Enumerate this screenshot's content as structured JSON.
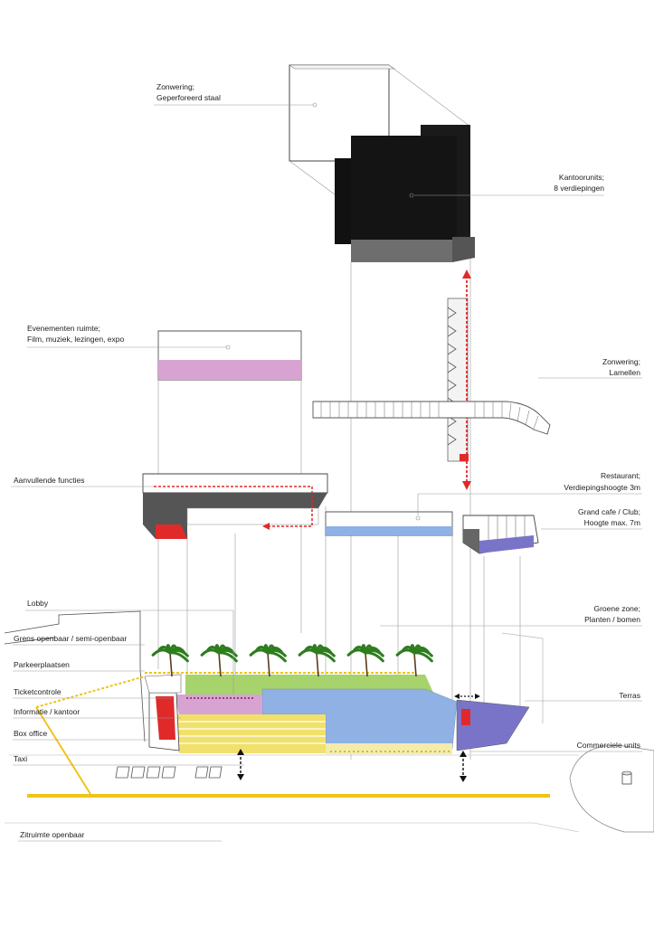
{
  "labels": {
    "zonwering_top_1": "Zonwering;",
    "zonwering_top_2": "Geperforeerd staal",
    "kantoor_1": "Kantoorunits;",
    "kantoor_2": "8 verdiepingen",
    "evenementen_1": "Evenementen ruimte;",
    "evenementen_2": "Film, muziek, lezingen, expo",
    "zonwering_lam_1": "Zonwering;",
    "zonwering_lam_2": "Lamellen",
    "aanvullende": "Aanvullende functies",
    "restaurant_1": "Restaurant;",
    "restaurant_2": "Verdiepingshoogte 3m",
    "grandcafe_1": "Grand cafe / Club;",
    "grandcafe_2": "Hoogte max. 7m",
    "lobby": "Lobby",
    "groene_1": "Groene zone;",
    "groene_2": "Planten / bomen",
    "grens": "Grens openbaar / semi-openbaar",
    "parkeer": "Parkeerplaatsen",
    "ticket": "Ticketcontrole",
    "info": "Informatie / kantoor",
    "terras": "Terras",
    "boxoffice": "Box office",
    "commercieel": "Commerciele units",
    "taxi": "Taxi",
    "zitruimte": "Zitruimte openbaar"
  },
  "colors": {
    "black_block": "#1a1a1a",
    "grey_base": "#6e6e6e",
    "pink": "#d7a3d1",
    "blue": "#8fb1e3",
    "purple": "#7a74c9",
    "yellow": "#f1e16b",
    "lightyellow": "#f3ecaa",
    "green": "#a6d36b",
    "red": "#e02a2a",
    "road_yellow": "#f0c31a",
    "palm": "#2e7d1f"
  }
}
